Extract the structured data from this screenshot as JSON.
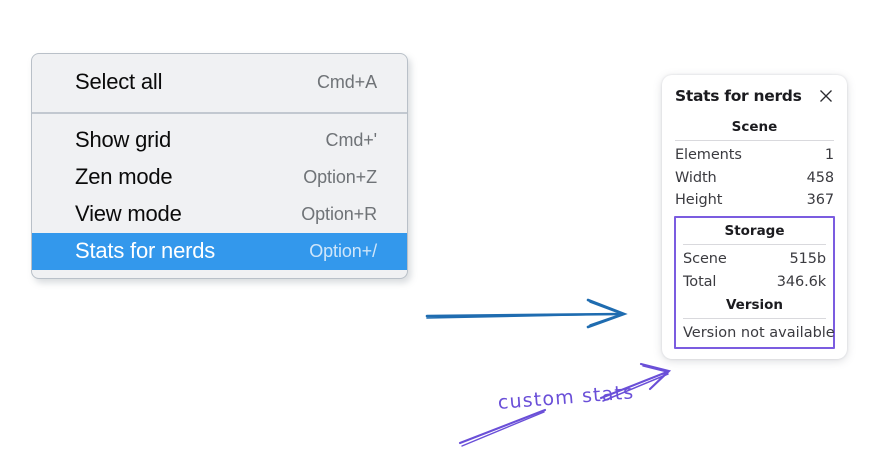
{
  "menu": {
    "sections": [
      {
        "items": [
          {
            "label": "Select all",
            "shortcut": "Cmd+A",
            "selected": false
          }
        ]
      },
      {
        "items": [
          {
            "label": "Show grid",
            "shortcut": "Cmd+'",
            "selected": false
          },
          {
            "label": "Zen mode",
            "shortcut": "Option+Z",
            "selected": false
          },
          {
            "label": "View mode",
            "shortcut": "Option+R",
            "selected": false
          },
          {
            "label": "Stats for nerds",
            "shortcut": "Option+/",
            "selected": true
          }
        ]
      }
    ],
    "highlight_color": "#3398ec"
  },
  "stats_panel": {
    "title": "Stats for nerds",
    "close_icon": "close-icon",
    "scene": {
      "heading": "Scene",
      "rows": [
        {
          "key": "Elements",
          "value": "1"
        },
        {
          "key": "Width",
          "value": "458"
        },
        {
          "key": "Height",
          "value": "367"
        }
      ]
    },
    "storage": {
      "heading": "Storage",
      "rows": [
        {
          "key": "Scene",
          "value": "515b"
        },
        {
          "key": "Total",
          "value": "346.6k"
        }
      ]
    },
    "version": {
      "heading": "Version",
      "text": "Version not available"
    },
    "highlight_border_color": "#7b5ce0"
  },
  "annotations": {
    "custom_stats_label": "custom stats",
    "blue_arrow_color": "#1f6cb0",
    "purple_color": "#6a4fd8"
  }
}
